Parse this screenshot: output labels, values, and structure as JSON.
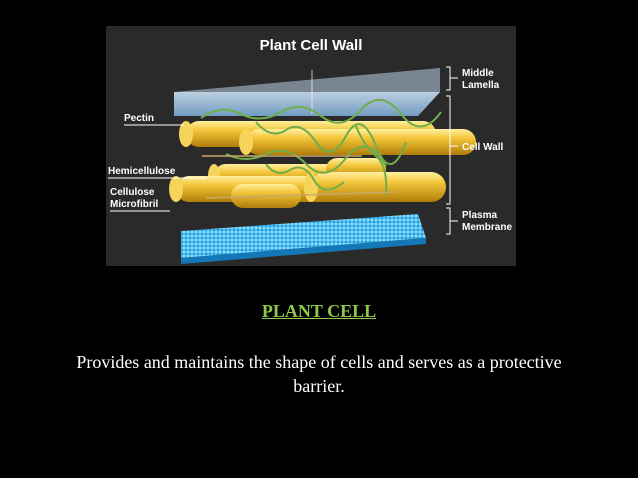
{
  "figure": {
    "title": "Plant Cell Wall",
    "labels": {
      "pectin": "Pectin",
      "hemicellulose": "Hemicellulose",
      "cellulose_line1": "Cellulose",
      "cellulose_line2": "Microfibril",
      "middle_lamella_line1": "Middle",
      "middle_lamella_line2": "Lamella",
      "cell_wall": "Cell Wall",
      "plasma_membrane_line1": "Plasma",
      "plasma_membrane_line2": "Membrane"
    },
    "colors": {
      "background": "#2a2a2a",
      "cellulose": "#e8b21c",
      "pectin": "#6fae4a",
      "membrane": "#4fc3f0",
      "lamella": "#9fc6e8"
    }
  },
  "caption": {
    "title": "PLANT CELL",
    "body": "Provides and maintains the shape of cells and serves as a protective barrier."
  }
}
